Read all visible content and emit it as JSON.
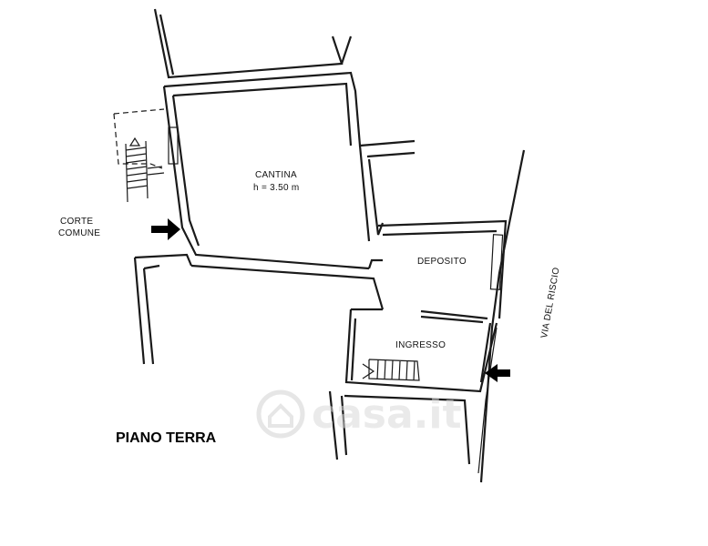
{
  "rooms": {
    "cantina": {
      "name": "CANTINA",
      "height": "h = 3.50 m"
    },
    "deposito": {
      "name": "DEPOSITO"
    },
    "ingresso": {
      "name": "INGRESSO"
    }
  },
  "labels": {
    "corte_line1": "CORTE",
    "corte_line2": "COMUNE",
    "street": "VIA DEL RISCIO"
  },
  "floor_title": "PIANO TERRA",
  "watermark": "casa.it",
  "colors": {
    "lines": "#1a1a1a",
    "background": "#ffffff",
    "watermark": "#d9d9d9"
  }
}
